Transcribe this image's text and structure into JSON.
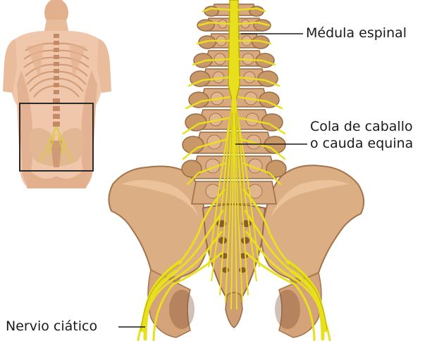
{
  "labels": {
    "medula": "Médula espinal",
    "cola_line1": "Cola de caballo",
    "cola_line2": "o cauda equina",
    "nervio": "Nervio ciático"
  },
  "colors": {
    "bone": "#dcae84",
    "bone_shadow": "#b9855a",
    "bone_dark": "#8a5a35",
    "nerve": "#e8df1e",
    "nerve_dark": "#b8ac00",
    "skin": "#f0c7aa",
    "skin_shadow": "#d9a383",
    "leader": "#1a1a1a",
    "inset_frame": "#2a2a2a"
  },
  "icons": [
    "human-back-thumbnail",
    "spine-pelvis-illustration"
  ]
}
